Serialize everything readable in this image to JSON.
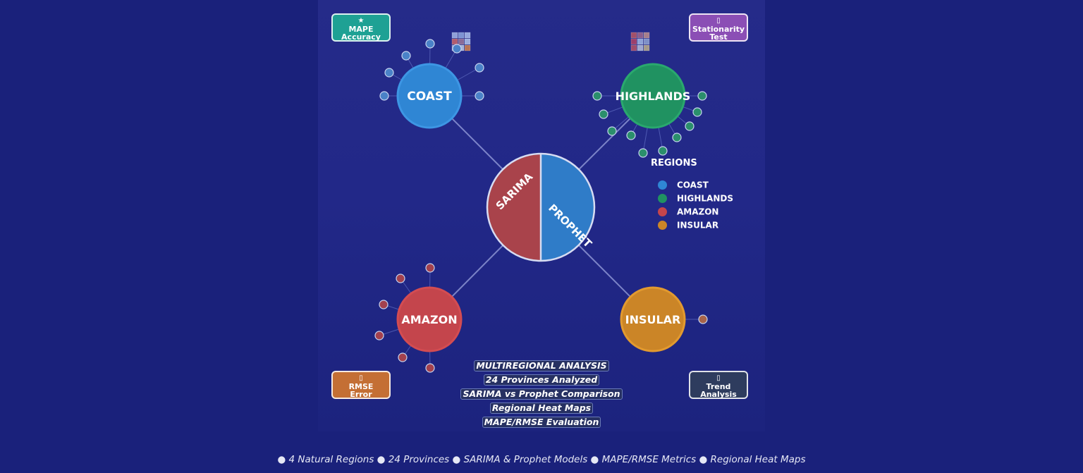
{
  "center": {
    "labels": [
      "SARIMA",
      "PROPHET"
    ],
    "colors": {
      "sarima": "#a9434b",
      "prophet": "#2f7cc8"
    }
  },
  "regions": [
    {
      "key": "coast",
      "label": "COAST",
      "color": "#2f86d4"
    },
    {
      "key": "highlands",
      "label": "HIGHLANDS",
      "color": "#209261"
    },
    {
      "key": "amazon",
      "label": "AMAZON",
      "color": "#c4454c"
    },
    {
      "key": "insular",
      "label": "INSULAR",
      "color": "#cb8527"
    }
  ],
  "legend": {
    "title": "REGIONS",
    "items": [
      {
        "label": "COAST",
        "color": "#2f86d4"
      },
      {
        "label": "HIGHLANDS",
        "color": "#209261"
      },
      {
        "label": "AMAZON",
        "color": "#c4454c"
      },
      {
        "label": "INSULAR",
        "color": "#cb8527"
      }
    ]
  },
  "badges": {
    "mape": {
      "icon": "★",
      "line1": "MAPE",
      "line2": "Accuracy",
      "color": "#1ea194"
    },
    "stationarity": {
      "icon": "▯",
      "line1": "Stationarity",
      "line2": "Test",
      "color": "#8b4eb5"
    },
    "rmse": {
      "icon": "▯",
      "line1": "RMSE",
      "line2": "Error",
      "color": "#c46f34"
    },
    "trend": {
      "icon": "▯",
      "line1": "Trend",
      "line2": "Analysis",
      "color": "#2e3c5e"
    }
  },
  "info_lines": [
    "MULTIREGIONAL ANALYSIS",
    "24 Provinces Analyzed",
    "SARIMA vs Prophet Comparison",
    "Regional Heat Maps",
    "MAPE/RMSE Evaluation"
  ],
  "footer": "● 4 Natural Regions ● 24 Provinces ● SARIMA & Prophet Models ● MAPE/RMSE Metrics ● Regional Heat Maps"
}
